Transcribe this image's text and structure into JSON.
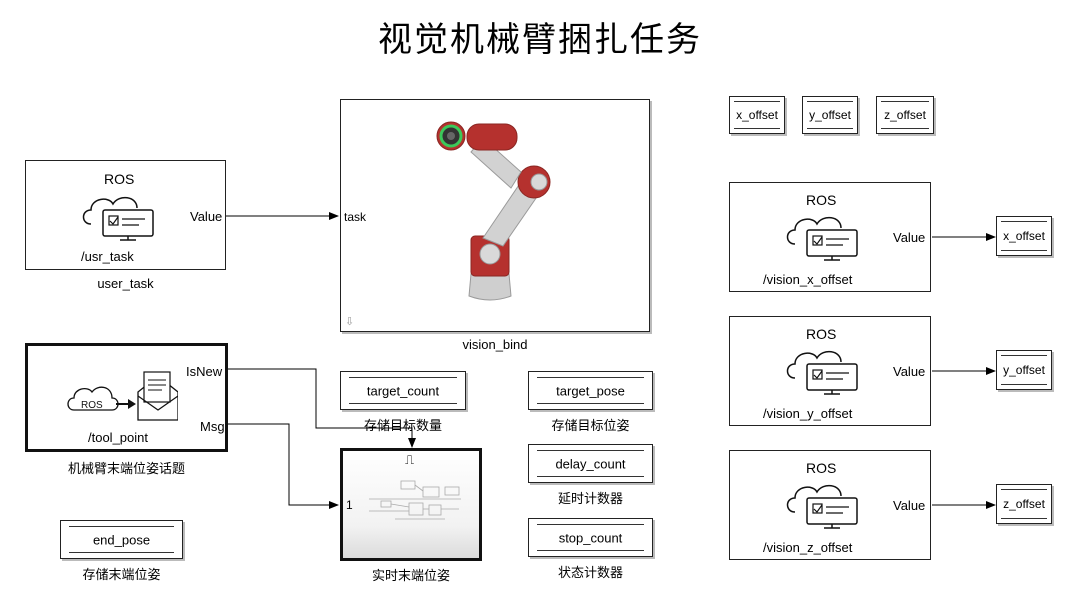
{
  "title": "视觉机械臂捆扎任务",
  "ros_sub_user": {
    "header": "ROS",
    "topic": "/usr_task",
    "port": "Value",
    "caption": "user_task"
  },
  "vision_bind": {
    "port_in": "task",
    "caption": "vision_bind"
  },
  "offset_displays": [
    "x_offset",
    "y_offset",
    "z_offset"
  ],
  "ros_sub_x": {
    "header": "ROS",
    "topic": "/vision_x_offset",
    "port": "Value",
    "target": "x_offset"
  },
  "ros_sub_y": {
    "header": "ROS",
    "topic": "/vision_y_offset",
    "port": "Value",
    "target": "y_offset"
  },
  "ros_sub_z": {
    "header": "ROS",
    "topic": "/vision_z_offset",
    "port": "Value",
    "target": "z_offset"
  },
  "tool_point": {
    "ros_badge": "ROS",
    "topic": "/tool_point",
    "port_new": "IsNew",
    "port_msg": "Msg",
    "caption": "机械臂末端位姿话题"
  },
  "stores": {
    "target_count": {
      "label": "target_count",
      "caption": "存储目标数量"
    },
    "target_pose": {
      "label": "target_pose",
      "caption": "存储目标位姿"
    },
    "delay_count": {
      "label": "delay_count",
      "caption": "延时计数器"
    },
    "stop_count": {
      "label": "stop_count",
      "caption": "状态计数器"
    },
    "end_pose": {
      "label": "end_pose",
      "caption": "存储末端位姿"
    }
  },
  "subsystem": {
    "trigger_symbol": "⎍",
    "port_in": "1",
    "caption": "实时末端位姿"
  },
  "colors": {
    "robot_red": "#b5312e",
    "robot_silver": "#c9c9c9",
    "ring_green": "#3cc85a",
    "line": "#000000"
  }
}
